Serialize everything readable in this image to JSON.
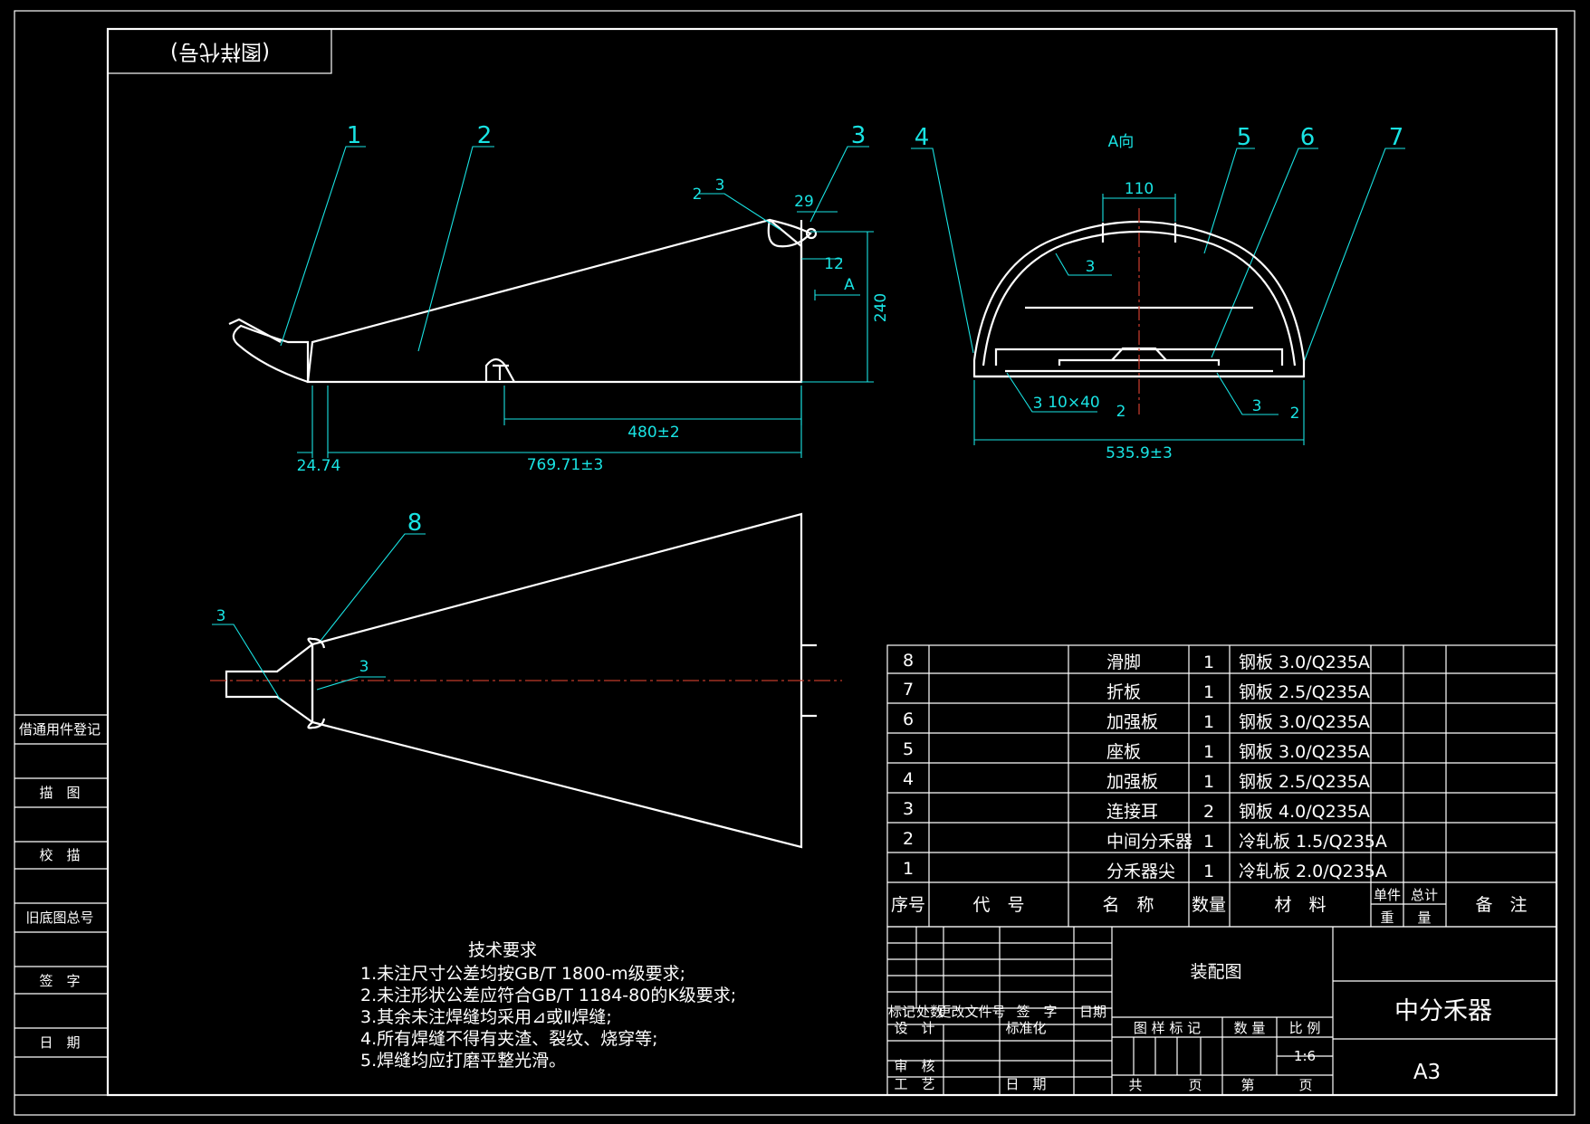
{
  "drawing": {
    "sheet_mark": "(图样代号)",
    "view_label": "A向",
    "part_numbers": [
      "1",
      "2",
      "3",
      "4",
      "5",
      "6",
      "7",
      "8"
    ],
    "dimensions": {
      "d_24_74": "24.74",
      "d_769": "769.71±3",
      "d_480": "480±2",
      "d_240": "240",
      "d_29": "29",
      "d_12": "12",
      "d_A": "A",
      "d_110": "110",
      "d_535": "535.9±3",
      "d_10x40": "10×40"
    },
    "weld_marks": {
      "w2": "2",
      "w3": "3"
    }
  },
  "left_column": {
    "items": [
      "借通用件登记",
      "描　图",
      "校　描",
      "旧底图总号",
      "签　字",
      "日　期"
    ]
  },
  "tech_requirements": {
    "title": "技术要求",
    "lines": [
      "1.未注尺寸公差均按GB/T 1800-m级要求;",
      "2.未注形状公差应符合GB/T 1184-80的K级要求;",
      "3.其余未注焊缝均采用⊿或Ⅱ焊缝;",
      "4.所有焊缝不得有夹渣、裂纹、烧穿等;",
      "5.焊缝均应打磨平整光滑。"
    ]
  },
  "parts_table": {
    "rows": [
      {
        "no": "8",
        "name": "滑脚",
        "qty": "1",
        "material": "钢板 3.0/Q235A"
      },
      {
        "no": "7",
        "name": "折板",
        "qty": "1",
        "material": "钢板 2.5/Q235A"
      },
      {
        "no": "6",
        "name": "加强板",
        "qty": "1",
        "material": "钢板 3.0/Q235A"
      },
      {
        "no": "5",
        "name": "座板",
        "qty": "1",
        "material": "钢板 3.0/Q235A"
      },
      {
        "no": "4",
        "name": "加强板",
        "qty": "1",
        "material": "钢板 2.5/Q235A"
      },
      {
        "no": "3",
        "name": "连接耳",
        "qty": "2",
        "material": "钢板 4.0/Q235A"
      },
      {
        "no": "2",
        "name": "中间分禾器",
        "qty": "1",
        "material": "冷轧板 1.5/Q235A"
      },
      {
        "no": "1",
        "name": "分禾器尖",
        "qty": "1",
        "material": "冷轧板 2.0/Q235A"
      }
    ],
    "headers": {
      "no": "序号",
      "code": "代　号",
      "name": "名　称",
      "qty": "数量",
      "material": "材　料",
      "unit_weight_1": "单件",
      "unit_weight_2": "重",
      "total_weight_1": "总计",
      "total_weight_2": "量",
      "remark": "备　注"
    }
  },
  "title_block": {
    "assembly": "装配图",
    "part_name": "中分禾器",
    "size": "A3",
    "rev_headers": [
      "标记",
      "处数",
      "更改文件号",
      "签　字",
      "日期"
    ],
    "design": "设　计",
    "standardize": "标准化",
    "check": "审　核",
    "process": "工　艺",
    "date": "日　期",
    "sample_mark": "图 样 标 记",
    "quantity": "数 量",
    "ratio": "比 例",
    "ratio_value": "1:6",
    "total": "共",
    "page": "页",
    "sheet": "第",
    "page2": "页"
  },
  "colors": {
    "line": "#ffffff",
    "dim": "#19e3e3",
    "center": "#c0392b",
    "bg": "#000000"
  }
}
